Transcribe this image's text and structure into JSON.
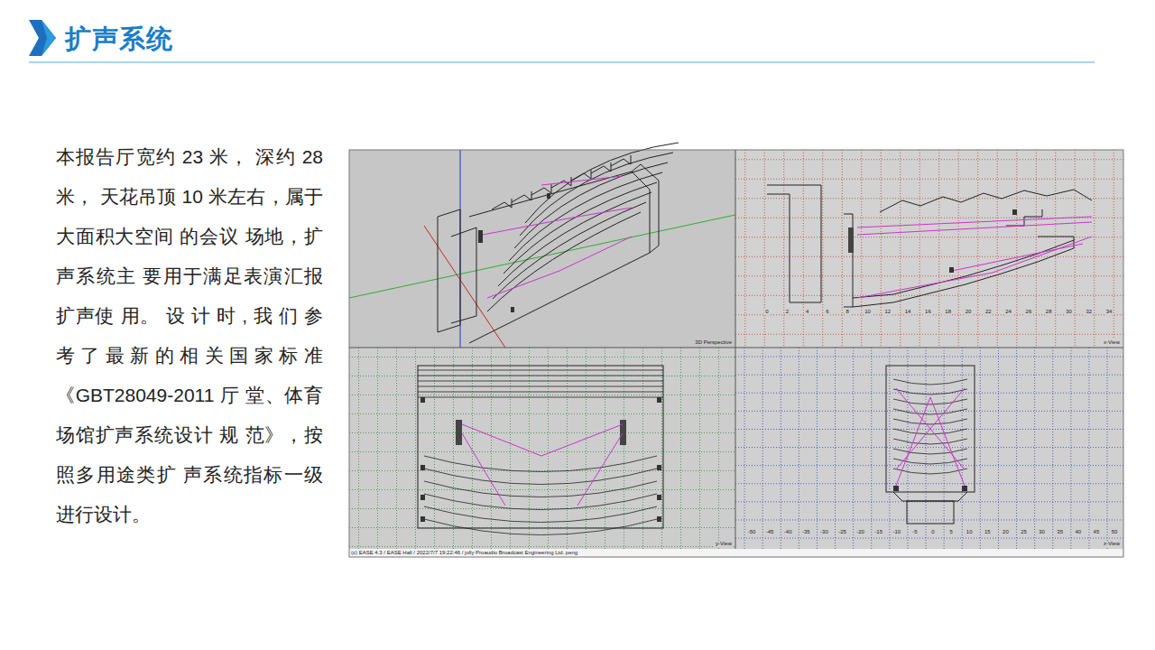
{
  "diagram": {
    "title": "扩声系统",
    "labels": [
      "本报告厅宽约 23 米， 深约 28 米， 天花吊顶 10 米左右，属于大面积大空间 的会议 场地，扩声系统主 要用于满足表演汇报扩声使 用。 设 计 时 , 我 们 参 考 了 最 新 的 相 关 国 家 标 准 《GBT28049-2011 厅 堂、体育场馆扩声系统设计 规 范》，按照多用途类扩 声系统指标一级进行设计。",
      "3D Perspective",
      "x-View",
      "y-View",
      "z-View",
      "(c) EASE 4.3 / EASE Hall / 2022/7/7 19:22:46 / jolly Proaudio Broadcast Engineering Ltd. peng",
      "0",
      "2",
      "4",
      "6",
      "8",
      "10",
      "12",
      "14",
      "16",
      "18",
      "20",
      "22",
      "24",
      "26",
      "28",
      "30",
      "32",
      "34",
      "-50",
      "-45",
      "-40",
      "-35",
      "-30",
      "-25",
      "-20",
      "-15",
      "-10",
      "-5",
      "0",
      "5",
      "10",
      "15",
      "20",
      "25",
      "30",
      "35",
      "40",
      "45",
      "50"
    ]
  }
}
